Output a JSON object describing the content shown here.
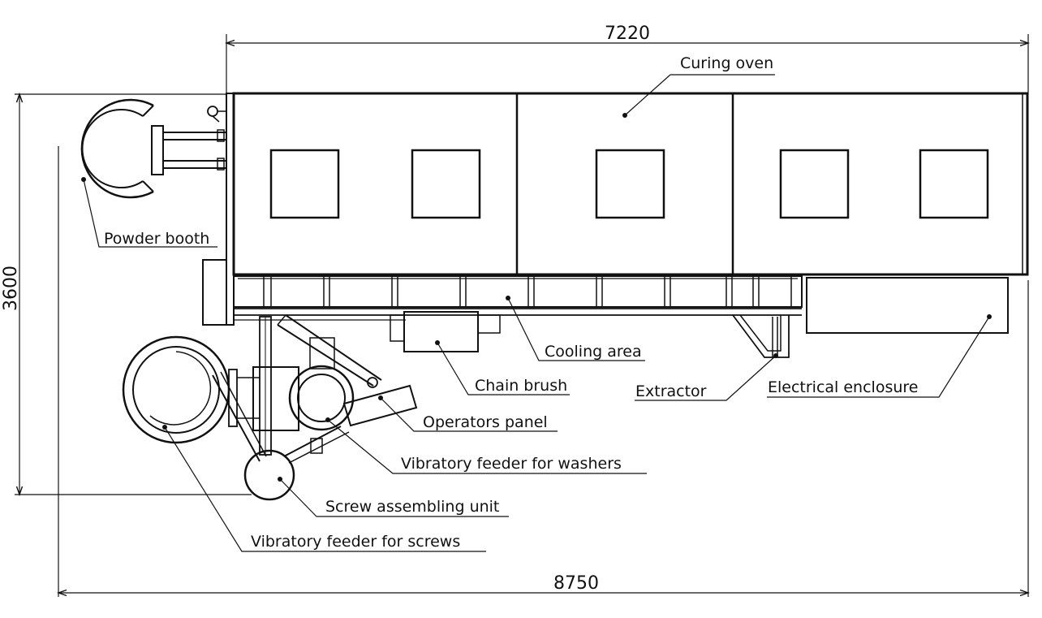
{
  "dimensions": {
    "top_width": "7220",
    "total_width": "8750",
    "height": "3600"
  },
  "labels": {
    "curing_oven": "Curing oven",
    "powder_booth": "Powder booth",
    "cooling_area": "Cooling area",
    "chain_brush": "Chain brush",
    "extractor": "Extractor",
    "electrical_enclosure": "Electrical enclosure",
    "operators_panel": "Operators panel",
    "vibratory_feeder_washers": "Vibratory feeder for washers",
    "screw_assembling_unit": "Screw assembling unit",
    "vibratory_feeder_screws": "Vibratory feeder for screws"
  }
}
